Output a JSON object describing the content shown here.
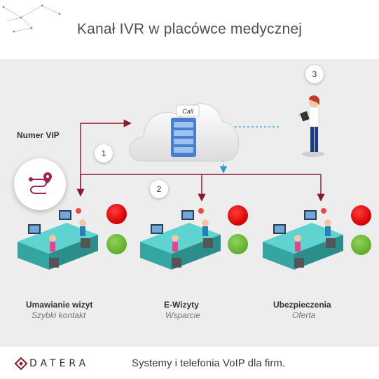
{
  "title": "Kanał IVR w placówce medycznej",
  "vip_label": "Numer VIP",
  "steps": [
    "1",
    "2",
    "3"
  ],
  "departments": [
    {
      "name": "Umawianie wizyt",
      "subtitle": "Szybki kontakt"
    },
    {
      "name": "E-Wizyty",
      "subtitle": "Wsparcie"
    },
    {
      "name": "Ubezpieczenia",
      "subtitle": "Oferta"
    }
  ],
  "cloud_logo": "Call",
  "footer": {
    "brand": "DATERA",
    "tagline": "Systemy i telefonia VoIP dla firm."
  },
  "colors": {
    "line": "#8b1a2b",
    "dashed": "#2a9bd6",
    "red_status": "#e00000",
    "green_status": "#6cbd38",
    "desk": "#3fb6b4"
  },
  "icons": [
    "route-icon",
    "cloud-server-icon",
    "supervisor-icon",
    "call-center-desk-icon",
    "datera-logo-icon"
  ]
}
